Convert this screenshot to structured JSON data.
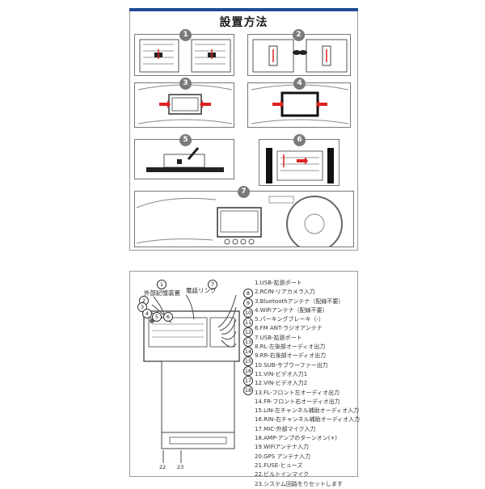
{
  "title": "設置方法",
  "steps": [
    "1",
    "2",
    "3",
    "4",
    "5",
    "6",
    "7"
  ],
  "wiring": {
    "labels": {
      "external": "外部記憶装置",
      "phone": "電話リンク"
    },
    "left_numbers": [
      "1",
      "2",
      "3",
      "4",
      "5",
      "6"
    ],
    "phone_number": "7",
    "right_numbers": [
      "8",
      "9",
      "10",
      "11",
      "12",
      "13",
      "14",
      "15",
      "16",
      "17",
      "18"
    ],
    "bottom_numbers": [
      "22",
      "23"
    ],
    "items": [
      "1.USB-拡張ポート",
      "2.RCIN-リアカメラ入力",
      "3.Bluetoothアンテナ（配線不要）",
      "4.WiFiアンテナ（配線不要）",
      "5.パーキングブレーキ（-）",
      "6.FM ANT-ラジオアンテナ",
      "7.USB-拡張ポート",
      "8.RL-左後部オーディオ出力",
      "9.RR-右後部オーディオ出力",
      "10.SUB-サブウーファー出力",
      "11.VIN-ビデオ入力1",
      "12.VIN-ビデオ入力2",
      "13.FL-フロント左オーディオ出力",
      "14.FR-フロント右オーディオ出力",
      "15.LIN-左チャンネル補助オーディオ入力",
      "16.RIN-右チャンネル補助オーディオ入力",
      "17.MIC-外部マイク入力",
      "18.AMP-アンプのターンオン(+)",
      "19.WiFiアンテナ入力",
      "20.GPS アンテナ入力",
      "21.FUSE-ヒューズ",
      "22.ビルトインマイク",
      "23.システム回路をりセットします"
    ]
  }
}
